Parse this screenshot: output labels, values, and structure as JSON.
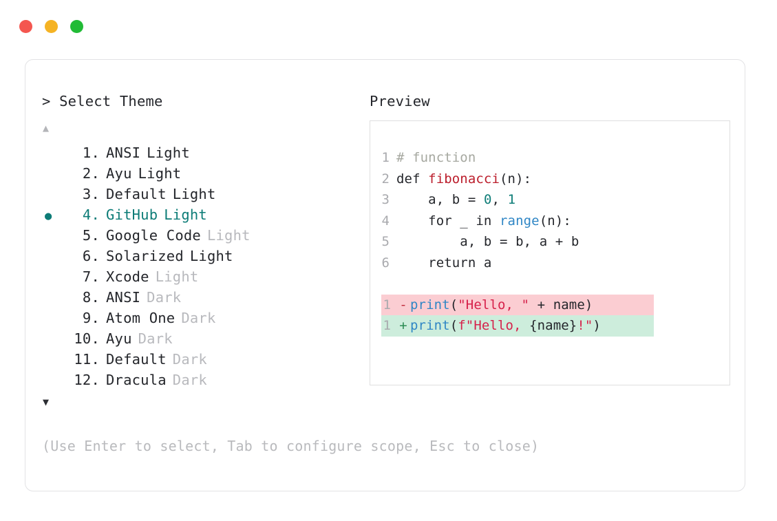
{
  "window_controls": [
    {
      "name": "close",
      "color": "#f4564f"
    },
    {
      "name": "minimize",
      "color": "#f5b324"
    },
    {
      "name": "maximize",
      "color": "#21bb36"
    }
  ],
  "left_pane": {
    "title": "> Select Theme",
    "scroll_up_icon": "▲",
    "scroll_down_icon": "▼",
    "selected_index": 4,
    "selection_bullet": "●",
    "accent_color": "#0d7c77",
    "items": [
      {
        "index": "1.",
        "name": "ANSI",
        "suffix": "Light",
        "suffix_muted": false,
        "selected": false
      },
      {
        "index": "2.",
        "name": "Ayu",
        "suffix": "Light",
        "suffix_muted": false,
        "selected": false
      },
      {
        "index": "3.",
        "name": "Default",
        "suffix": "Light",
        "suffix_muted": false,
        "selected": false
      },
      {
        "index": "4.",
        "name": "GitHub",
        "suffix": "Light",
        "suffix_muted": false,
        "selected": true
      },
      {
        "index": "5.",
        "name": "Google Code",
        "suffix": "Light",
        "suffix_muted": true,
        "selected": false
      },
      {
        "index": "6.",
        "name": "Solarized",
        "suffix": "Light",
        "suffix_muted": false,
        "selected": false
      },
      {
        "index": "7.",
        "name": "Xcode",
        "suffix": "Light",
        "suffix_muted": true,
        "selected": false
      },
      {
        "index": "8.",
        "name": "ANSI",
        "suffix": "Dark",
        "suffix_muted": true,
        "selected": false
      },
      {
        "index": "9.",
        "name": "Atom One",
        "suffix": "Dark",
        "suffix_muted": true,
        "selected": false
      },
      {
        "index": "10.",
        "name": "Ayu",
        "suffix": "Dark",
        "suffix_muted": true,
        "selected": false
      },
      {
        "index": "11.",
        "name": "Default",
        "suffix": "Dark",
        "suffix_muted": true,
        "selected": false
      },
      {
        "index": "12.",
        "name": "Dracula",
        "suffix": "Dark",
        "suffix_muted": true,
        "selected": false
      }
    ]
  },
  "right_pane": {
    "title": "Preview",
    "code_lines": [
      {
        "ln": "1",
        "tokens": [
          {
            "t": "# function",
            "c": "comment"
          }
        ]
      },
      {
        "ln": "2",
        "tokens": [
          {
            "t": "def ",
            "c": "plain"
          },
          {
            "t": "fibonacci",
            "c": "fn"
          },
          {
            "t": "(n):",
            "c": "plain"
          }
        ]
      },
      {
        "ln": "3",
        "tokens": [
          {
            "t": "    a, b = ",
            "c": "plain"
          },
          {
            "t": "0",
            "c": "num"
          },
          {
            "t": ", ",
            "c": "plain"
          },
          {
            "t": "1",
            "c": "num"
          }
        ]
      },
      {
        "ln": "4",
        "tokens": [
          {
            "t": "    for _ in ",
            "c": "plain"
          },
          {
            "t": "range",
            "c": "builtin"
          },
          {
            "t": "(n):",
            "c": "plain"
          }
        ]
      },
      {
        "ln": "5",
        "tokens": [
          {
            "t": "        a, b = b, a + b",
            "c": "plain"
          }
        ]
      },
      {
        "ln": "6",
        "tokens": [
          {
            "t": "    return a",
            "c": "plain"
          }
        ]
      }
    ],
    "diff_lines": [
      {
        "ln": "1",
        "mark": "-",
        "kind": "del",
        "tokens": [
          {
            "t": "print",
            "c": "builtin"
          },
          {
            "t": "(",
            "c": "plain"
          },
          {
            "t": "\"Hello, \"",
            "c": "str"
          },
          {
            "t": " + name)",
            "c": "plain"
          }
        ]
      },
      {
        "ln": "1",
        "mark": "+",
        "kind": "add",
        "tokens": [
          {
            "t": "print",
            "c": "builtin"
          },
          {
            "t": "(",
            "c": "plain"
          },
          {
            "t": "f\"Hello, ",
            "c": "str"
          },
          {
            "t": "{name}",
            "c": "plain"
          },
          {
            "t": "!\"",
            "c": "str"
          },
          {
            "t": ")",
            "c": "plain"
          }
        ]
      }
    ],
    "diff_colors": {
      "deleted_bg": "#fbcdd2",
      "added_bg": "#cdeddc"
    }
  },
  "footer": {
    "hint": "(Use Enter to select, Tab to configure scope, Esc to close)"
  }
}
